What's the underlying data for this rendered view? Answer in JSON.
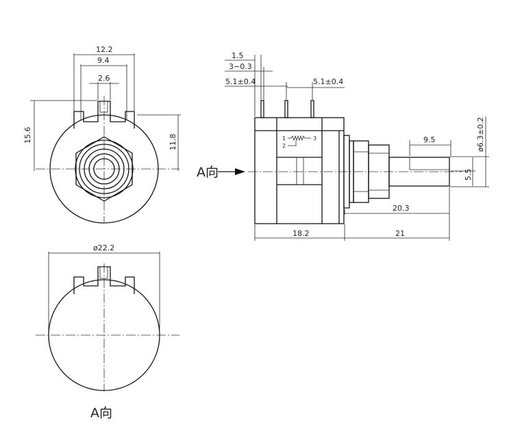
{
  "front_view": {
    "width_outer": "12.2",
    "width_inner": "9.4",
    "tab_width": "2.6",
    "height_total": "15.6",
    "height_body": "11.8"
  },
  "rear_view": {
    "diameter": "ø22.2",
    "view_label": "A向"
  },
  "side_view": {
    "arrow_label": "A向",
    "pin_thickness": "1.5",
    "pin_width": "3−0.3",
    "pin_pitch_left": "5.1±0.4",
    "pin_pitch_right": "5.1±0.4",
    "shaft_flat": "9.5",
    "shaft_diameter": "ø6.3±0.2",
    "flat_height": "5.5",
    "shaft_length": "20.3",
    "body_length": "18.2",
    "overall_shaft": "21",
    "schematic_pin1": "1",
    "schematic_pin2": "2",
    "schematic_pin3": "3"
  }
}
